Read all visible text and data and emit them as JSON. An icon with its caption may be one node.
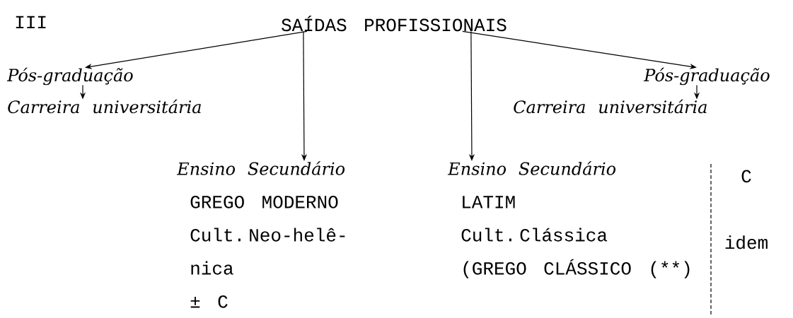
{
  "diagram": {
    "nodes": [
      {
        "text": [
          "SAÍDAS PROFISSIONAIS"
        ]
      },
      {
        "text": [
          "Pós-graduação"
        ]
      },
      {
        "text": [
          "Carreira universitária"
        ]
      },
      {
        "text": [
          "Ensino Secundário",
          "GREGO MODERNO",
          "Cult. Neo-helê- nica",
          "± C"
        ]
      },
      {
        "text": [
          "Ensino Secundário",
          "LATIM",
          "Cult. Clássica",
          "(GREGO CLÁSSICO (**)"
        ]
      },
      {
        "text": [
          "Pós-graduação"
        ]
      },
      {
        "text": [
          "Carreira universitária"
        ]
      }
    ],
    "edges": [
      {
        "from": 0,
        "to": 1,
        "arrow": "to"
      },
      {
        "from": 0,
        "to": 3,
        "arrow": "to"
      },
      {
        "from": 0,
        "to": 4,
        "arrow": "to"
      },
      {
        "from": 0,
        "to": 5,
        "arrow": "to"
      },
      {
        "from": 1,
        "to": 2,
        "arrow": "to"
      },
      {
        "from": 5,
        "to": 6,
        "arrow": "to"
      }
    ],
    "labels": [
      "III",
      "C",
      "idem"
    ]
  }
}
